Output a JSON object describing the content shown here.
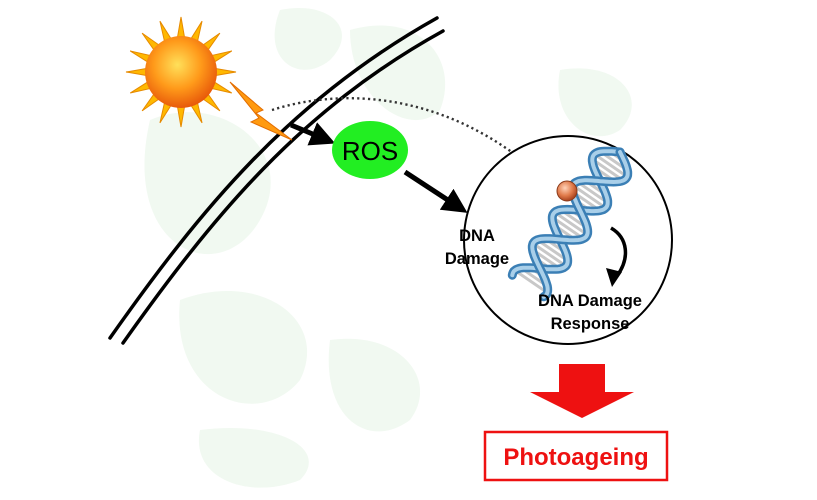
{
  "labels": {
    "ros": "ROS",
    "dna_damage_line1": "DNA",
    "dna_damage_line2": "Damage",
    "ddr_line1": "DNA Damage",
    "ddr_line2": "Response",
    "outcome": "Photoageing"
  },
  "colors": {
    "ros_fill": "#22ee22",
    "outcome_red": "#ee1111",
    "sun_center": "#ff8c00",
    "sun_rays": "#ffb800",
    "lightning": "#ff9a10",
    "dna_backbone": "#3b7fb5",
    "dna_highlight": "#a9cfe9",
    "lesion": "#e07a4a",
    "background_shapes": "#f1f9f1"
  },
  "icons": [
    "sun-icon",
    "lightning-icon",
    "dna-helix-icon",
    "curved-arrow-icon",
    "down-arrow-icon"
  ]
}
